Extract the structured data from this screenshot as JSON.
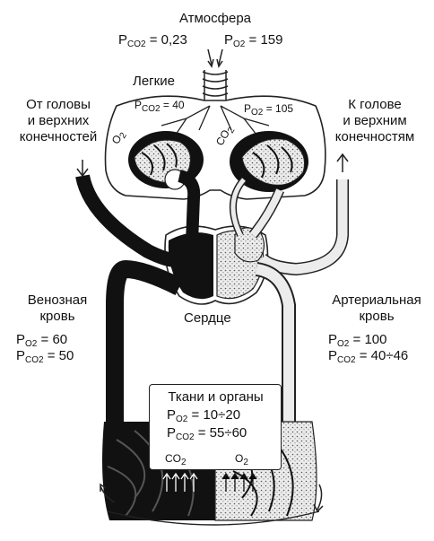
{
  "atmosphere": {
    "title": "Атмосфера",
    "pco2_label": "P",
    "pco2_sub": "CO2",
    "pco2_value": " = 0,23",
    "po2_label": "P",
    "po2_sub": "O2",
    "po2_value": " = 159"
  },
  "lungs": {
    "title": "Легкие",
    "pco2_label": "P",
    "pco2_sub": "CO2",
    "pco2_value": " = 40",
    "po2_label": "P",
    "po2_sub": "O2",
    "po2_value": " = 105",
    "left_gas": "O2",
    "right_gas": "CO2"
  },
  "from_head": {
    "line1": "От головы",
    "line2": "и верхних",
    "line3": "конечностей"
  },
  "to_head": {
    "line1": "К голове",
    "line2": "и верхним",
    "line3": "конечностям"
  },
  "venous": {
    "line1": "Венозная",
    "line2": "кровь",
    "po2_label": "P",
    "po2_sub": "O2",
    "po2_value": " = 60",
    "pco2_label": "P",
    "pco2_sub": "CO2",
    "pco2_value": " = 50"
  },
  "arterial": {
    "line1": "Артериальная",
    "line2": "кровь",
    "po2_label": "P",
    "po2_sub": "O2",
    "po2_value": " = 100",
    "pco2_label": "P",
    "pco2_sub": "CO2",
    "pco2_value": " = 40÷46"
  },
  "heart": {
    "label": "Сердце"
  },
  "tissues": {
    "title": "Ткани и органы",
    "po2_label": "P",
    "po2_sub": "O2",
    "po2_value": " = 10÷20",
    "pco2_label": "P",
    "pco2_sub": "CO2",
    "pco2_value": " = 55÷60",
    "co2_label": "CO2",
    "o2_label": "O2"
  },
  "colors": {
    "venous": "#111111",
    "arterial": "#e6e6e6",
    "outline": "#222222"
  }
}
